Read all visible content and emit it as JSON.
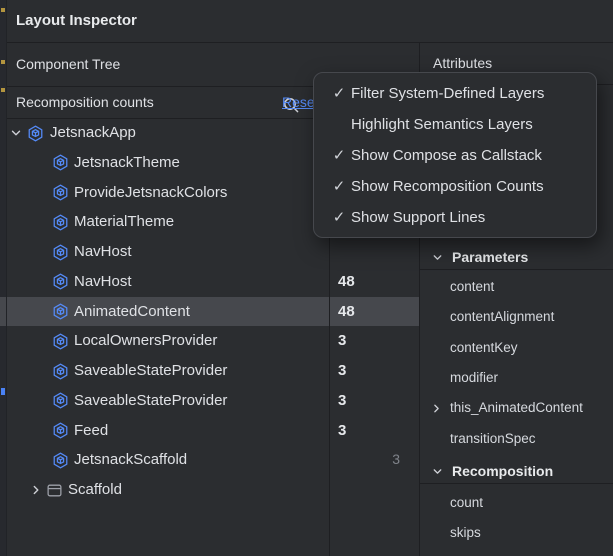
{
  "window": {
    "title": "Layout Inspector"
  },
  "component_tree": {
    "header": "Component Tree",
    "toolbar_icons": [
      "search-icon",
      "view-options-eye-icon",
      "expand-all-icon",
      "collapse-all-icon"
    ],
    "banner": {
      "label": "Recomposition counts",
      "action_label": "Reset"
    },
    "rows": [
      {
        "label": "JetsnackApp",
        "level": 0,
        "chevron": "down",
        "icon": "compose",
        "count": "",
        "skips": "",
        "selected": false
      },
      {
        "label": "JetsnackTheme",
        "level": 1,
        "chevron": null,
        "icon": "compose",
        "count": "",
        "skips": "",
        "selected": false
      },
      {
        "label": "ProvideJetsnackColors",
        "level": 1,
        "chevron": null,
        "icon": "compose",
        "count": "",
        "skips": "",
        "selected": false
      },
      {
        "label": "MaterialTheme",
        "level": 1,
        "chevron": null,
        "icon": "compose",
        "count": "",
        "skips": "",
        "selected": false
      },
      {
        "label": "NavHost",
        "level": 1,
        "chevron": null,
        "icon": "compose",
        "count": "",
        "skips": "",
        "selected": false
      },
      {
        "label": "NavHost",
        "level": 1,
        "chevron": null,
        "icon": "compose",
        "count": "48",
        "skips": "",
        "selected": false
      },
      {
        "label": "AnimatedContent",
        "level": 1,
        "chevron": null,
        "icon": "compose",
        "count": "48",
        "skips": "",
        "selected": true
      },
      {
        "label": "LocalOwnersProvider",
        "level": 1,
        "chevron": null,
        "icon": "compose",
        "count": "3",
        "skips": "",
        "selected": false
      },
      {
        "label": "SaveableStateProvider",
        "level": 1,
        "chevron": null,
        "icon": "compose",
        "count": "3",
        "skips": "",
        "selected": false
      },
      {
        "label": "SaveableStateProvider",
        "level": 1,
        "chevron": null,
        "icon": "compose",
        "count": "3",
        "skips": "",
        "selected": false
      },
      {
        "label": "Feed",
        "level": 1,
        "chevron": null,
        "icon": "compose",
        "count": "3",
        "skips": "",
        "selected": false
      },
      {
        "label": "JetsnackScaffold",
        "level": 1,
        "chevron": null,
        "icon": "compose",
        "count": "",
        "skips": "3",
        "selected": false
      },
      {
        "label": "Scaffold",
        "level": 1,
        "chevron": "right",
        "icon": "scaffold",
        "count": "",
        "skips": "",
        "selected": false
      }
    ]
  },
  "view_options_menu": {
    "items": [
      {
        "label": "Filter System-Defined Layers",
        "checked": true
      },
      {
        "label": "Highlight Semantics Layers",
        "checked": false
      },
      {
        "label": "Show Compose as Callstack",
        "checked": true
      },
      {
        "label": "Show Recomposition Counts",
        "checked": true
      },
      {
        "label": "Show Support Lines",
        "checked": true
      }
    ]
  },
  "attributes": {
    "header": "Attributes",
    "sections": [
      {
        "title": "Parameters",
        "items": [
          {
            "label": "content",
            "expandable": false
          },
          {
            "label": "contentAlignment",
            "expandable": false
          },
          {
            "label": "contentKey",
            "expandable": false
          },
          {
            "label": "modifier",
            "expandable": false
          },
          {
            "label": "this_AnimatedContent",
            "expandable": true
          },
          {
            "label": "transitionSpec",
            "expandable": false
          }
        ]
      },
      {
        "title": "Recomposition",
        "items": [
          {
            "label": "count",
            "expandable": false
          },
          {
            "label": "skips",
            "expandable": false
          }
        ]
      }
    ]
  },
  "colors": {
    "background": "#2b2d30",
    "divider": "#1e1f22",
    "selection": "#46484d",
    "accent_blue": "#548af7",
    "link_blue": "#548af7",
    "text": "#dfe1e5",
    "dim_text": "#7f838a",
    "gutter_mark_yellow": "#b3953f",
    "gutter_mark_blue": "#4a82f5"
  }
}
